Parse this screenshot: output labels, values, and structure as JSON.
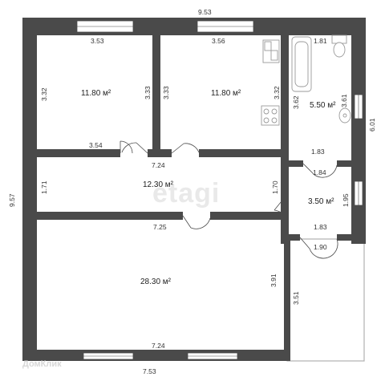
{
  "watermark": "etagi",
  "brand": "ДомКлик",
  "dimensions": {
    "outer_top": "9.53",
    "outer_left": "9.57",
    "outer_bottom": "7.53",
    "outer_right": "6.01",
    "r1_top": "3.53",
    "r1_bottom": "3.54",
    "r1_left": "3.32",
    "r1_right": "3.33",
    "r2_top": "3.56",
    "r2_left": "3.33",
    "r2_right": "3.32",
    "hall_top": "7.24",
    "hall_bottom": "7.25",
    "hall_left": "1.71",
    "hall_right": "1.70",
    "bath_top": "1.81",
    "bath_left": "3.62",
    "bath_right": "3.61",
    "bath_bottom": "1.83",
    "wc_top": "1.84",
    "wc_right": "1.95",
    "wc_bottom": "1.83",
    "lower_small": "1.90",
    "living_top": "7.24",
    "living_right": "3.91",
    "balcony": "3.51"
  },
  "areas": {
    "room1": "11.80 м²",
    "room2": "11.80 м²",
    "bath": "5.50 м²",
    "hall": "12.30 м²",
    "wc": "3.50 м²",
    "living": "28.30 м²"
  },
  "colors": {
    "wall": "#4a4a4a",
    "window": "#ffffff",
    "fixture": "#9a9a9a"
  }
}
